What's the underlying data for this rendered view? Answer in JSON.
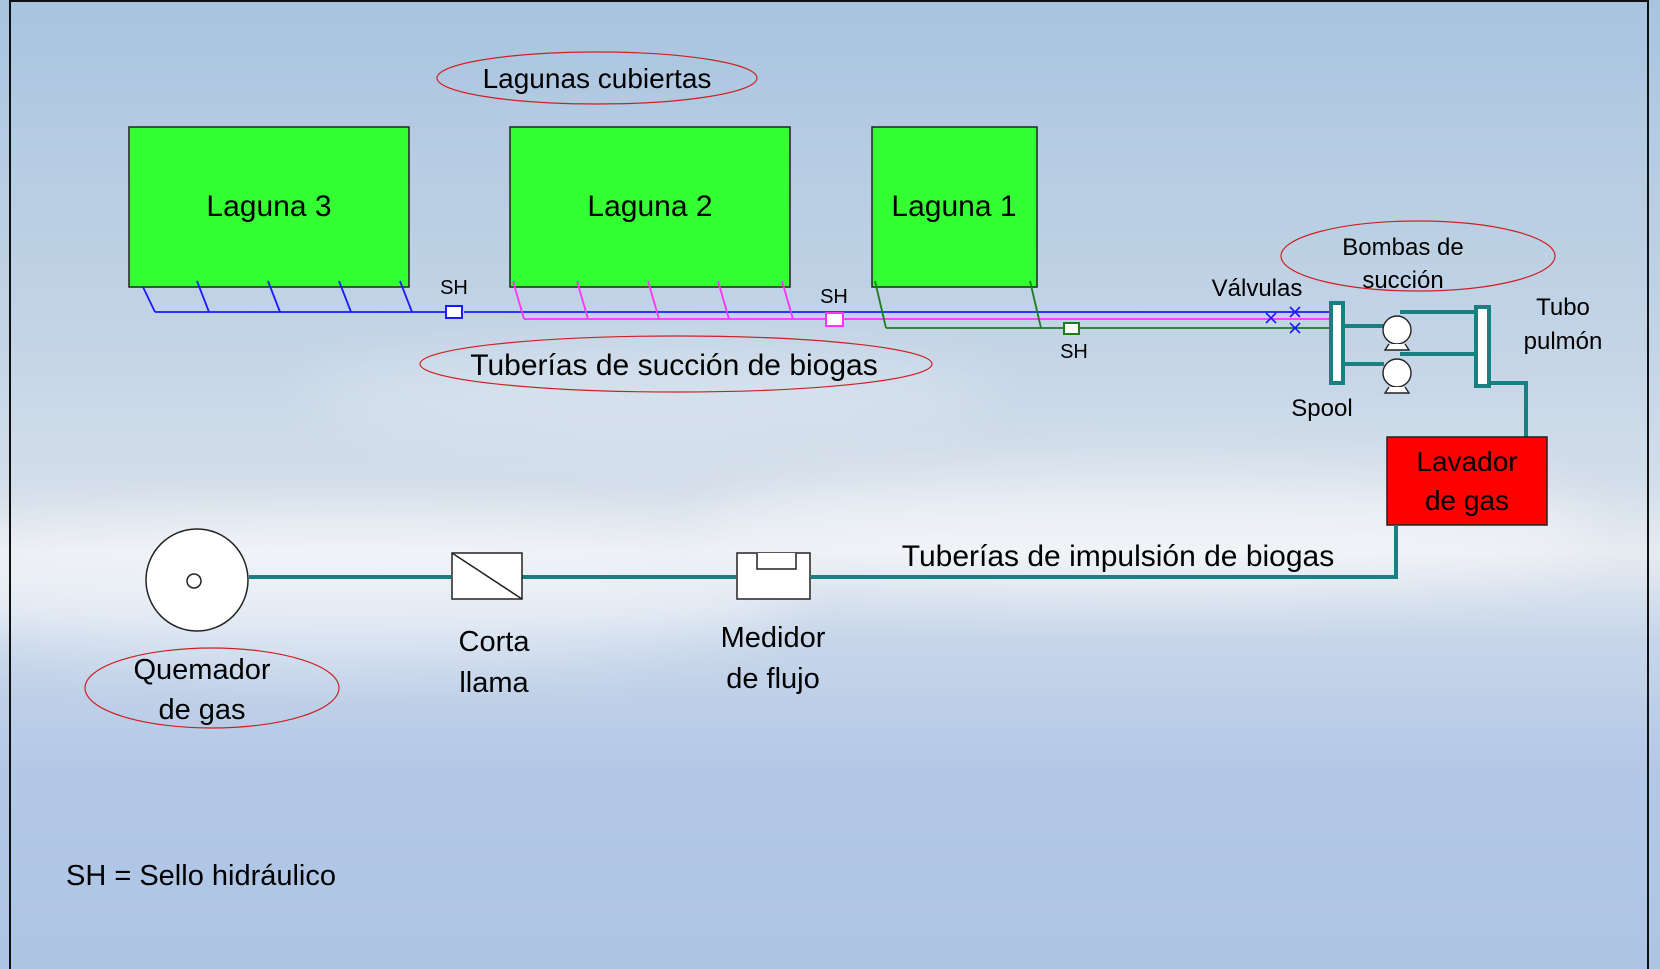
{
  "labels": {
    "lagunas_cubiertas": "Lagunas cubiertas",
    "laguna_3": "Laguna 3",
    "laguna_2": "Laguna 2",
    "laguna_1": "Laguna 1",
    "sh": "SH",
    "valvulas": "Válvulas",
    "bombas_line1": "Bombas de",
    "bombas_line2": "succión",
    "tubo_line1": "Tubo",
    "tubo_line2": "pulmón",
    "tuberias_succion": "Tuberías de succión de biogas",
    "spool": "Spool",
    "lavador_line1": "Lavador",
    "lavador_line2": "de gas",
    "tuberias_impulsion": "Tuberías de impulsión de biogas",
    "corta_line1": "Corta",
    "corta_line2": "llama",
    "medidor_line1": "Medidor",
    "medidor_line2": "de flujo",
    "quemador_line1": "Quemador",
    "quemador_line2": "de gas",
    "legend": "SH = Sello hidráulico"
  },
  "colors": {
    "laguna_fill": "#33ff33",
    "lavador_fill": "#ff0000",
    "line_laguna3": "#1a1aff",
    "line_laguna2": "#ff33ff",
    "line_laguna1": "#1e7b1e",
    "impulsion_pipe": "#188080",
    "ellipse_outline": "#cc2222"
  }
}
